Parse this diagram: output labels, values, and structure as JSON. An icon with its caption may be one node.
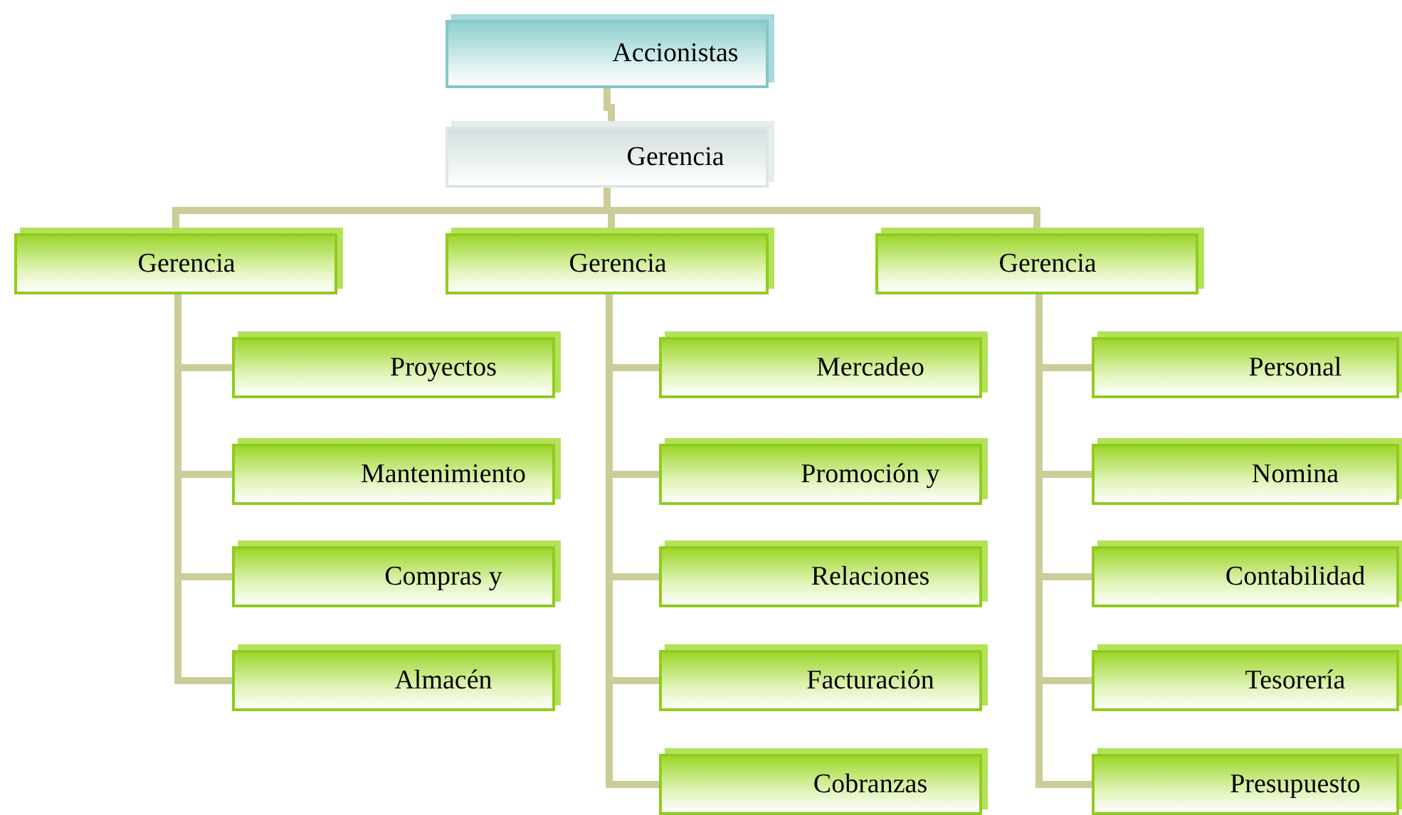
{
  "diagram": {
    "nodes": [
      {
        "text": [
          "Accionistas"
        ]
      },
      {
        "text": [
          "Gerencia"
        ]
      },
      {
        "text": [
          "Gerencia"
        ]
      },
      {
        "text": [
          "Gerencia"
        ]
      },
      {
        "text": [
          "Gerencia"
        ]
      },
      {
        "text": [
          "Proyectos"
        ]
      },
      {
        "text": [
          "Mantenimiento"
        ]
      },
      {
        "text": [
          "Compras y"
        ]
      },
      {
        "text": [
          "Almacén"
        ]
      },
      {
        "text": [
          "Mercadeo"
        ]
      },
      {
        "text": [
          "Promoción y"
        ]
      },
      {
        "text": [
          "Relaciones"
        ]
      },
      {
        "text": [
          "Facturación"
        ]
      },
      {
        "text": [
          "Cobranzas"
        ]
      },
      {
        "text": [
          "Personal"
        ]
      },
      {
        "text": [
          "Nomina"
        ]
      },
      {
        "text": [
          "Contabilidad"
        ]
      },
      {
        "text": [
          "Tesorería"
        ]
      },
      {
        "text": [
          "Presupuesto"
        ]
      }
    ],
    "edges": [
      {
        "from": 0,
        "to": 1,
        "arrow": "none"
      },
      {
        "from": 1,
        "to": 2,
        "arrow": "none"
      },
      {
        "from": 1,
        "to": 3,
        "arrow": "none"
      },
      {
        "from": 1,
        "to": 4,
        "arrow": "none"
      },
      {
        "from": 2,
        "to": 5,
        "arrow": "none"
      },
      {
        "from": 2,
        "to": 6,
        "arrow": "none"
      },
      {
        "from": 2,
        "to": 7,
        "arrow": "none"
      },
      {
        "from": 2,
        "to": 8,
        "arrow": "none"
      },
      {
        "from": 3,
        "to": 9,
        "arrow": "none"
      },
      {
        "from": 3,
        "to": 10,
        "arrow": "none"
      },
      {
        "from": 3,
        "to": 11,
        "arrow": "none"
      },
      {
        "from": 3,
        "to": 12,
        "arrow": "none"
      },
      {
        "from": 3,
        "to": 13,
        "arrow": "none"
      },
      {
        "from": 4,
        "to": 14,
        "arrow": "none"
      },
      {
        "from": 4,
        "to": 15,
        "arrow": "none"
      },
      {
        "from": 4,
        "to": 16,
        "arrow": "none"
      },
      {
        "from": 4,
        "to": 17,
        "arrow": "none"
      },
      {
        "from": 4,
        "to": 18,
        "arrow": "none"
      }
    ]
  }
}
